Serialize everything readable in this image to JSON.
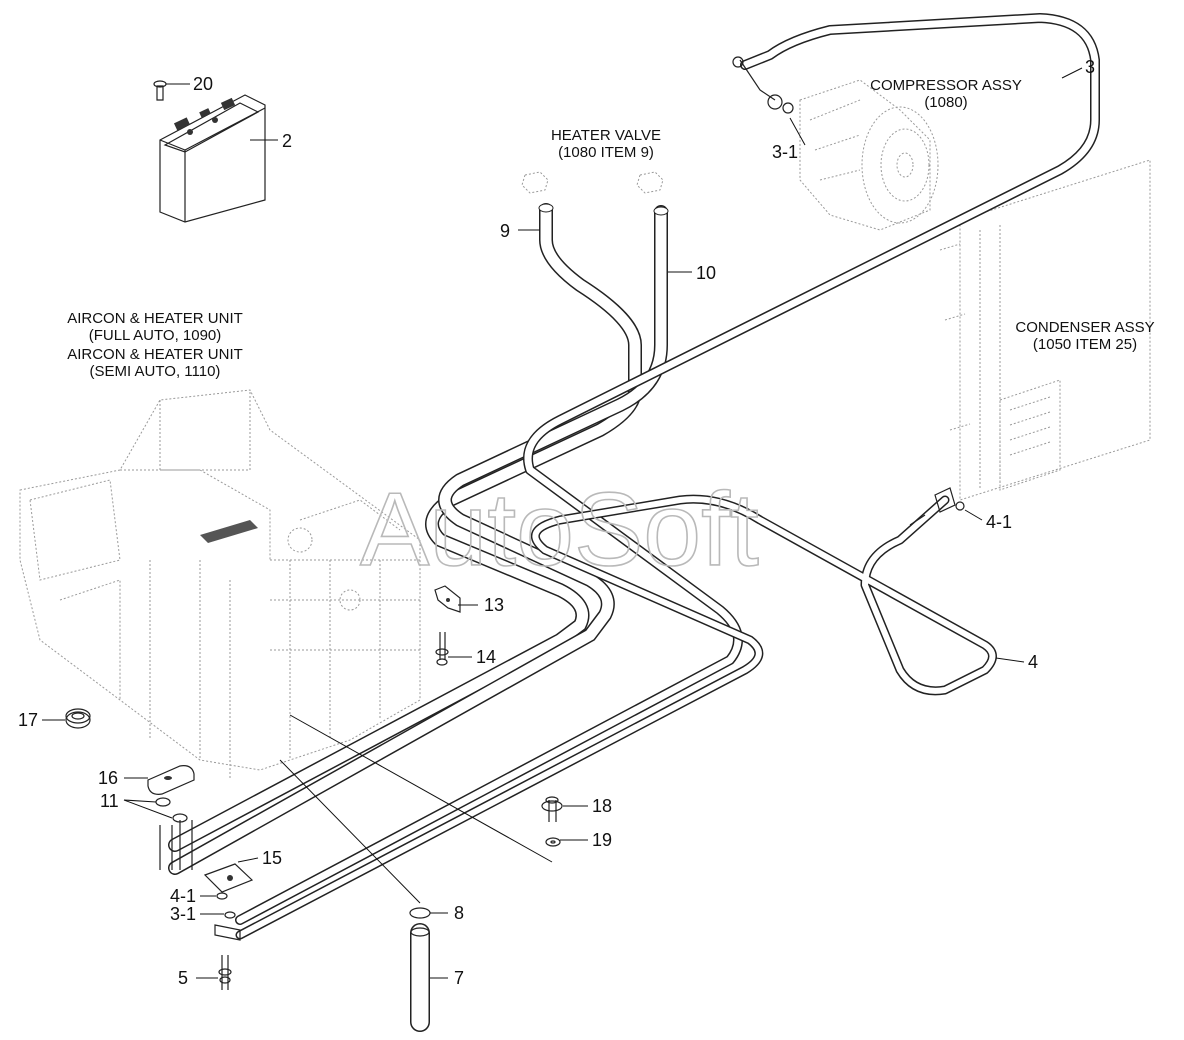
{
  "watermark": "AutoSoft",
  "captions": {
    "compressor_l1": "COMPRESSOR ASSY",
    "compressor_l2": "(1080)",
    "heater_valve_l1": "HEATER VALVE",
    "heater_valve_l2": "(1080 ITEM 9)",
    "condenser_l1": "CONDENSER ASSY",
    "condenser_l2": "(1050 ITEM 25)",
    "aircon_full_l1": "AIRCON & HEATER UNIT",
    "aircon_full_l2": "(FULL AUTO, 1090)",
    "aircon_semi_l1": "AIRCON & HEATER UNIT",
    "aircon_semi_l2": "(SEMI AUTO, 1110)"
  },
  "callouts": {
    "c20": "20",
    "c2": "2",
    "c3": "3",
    "c3_1_top": "3-1",
    "c9": "9",
    "c10": "10",
    "c4_1_right": "4-1",
    "c4": "4",
    "c13": "13",
    "c14": "14",
    "c17": "17",
    "c16": "16",
    "c11": "11",
    "c18": "18",
    "c19": "19",
    "c15": "15",
    "c4_1_left": "4-1",
    "c3_1_left": "3-1",
    "c8": "8",
    "c5": "5",
    "c7": "7"
  }
}
